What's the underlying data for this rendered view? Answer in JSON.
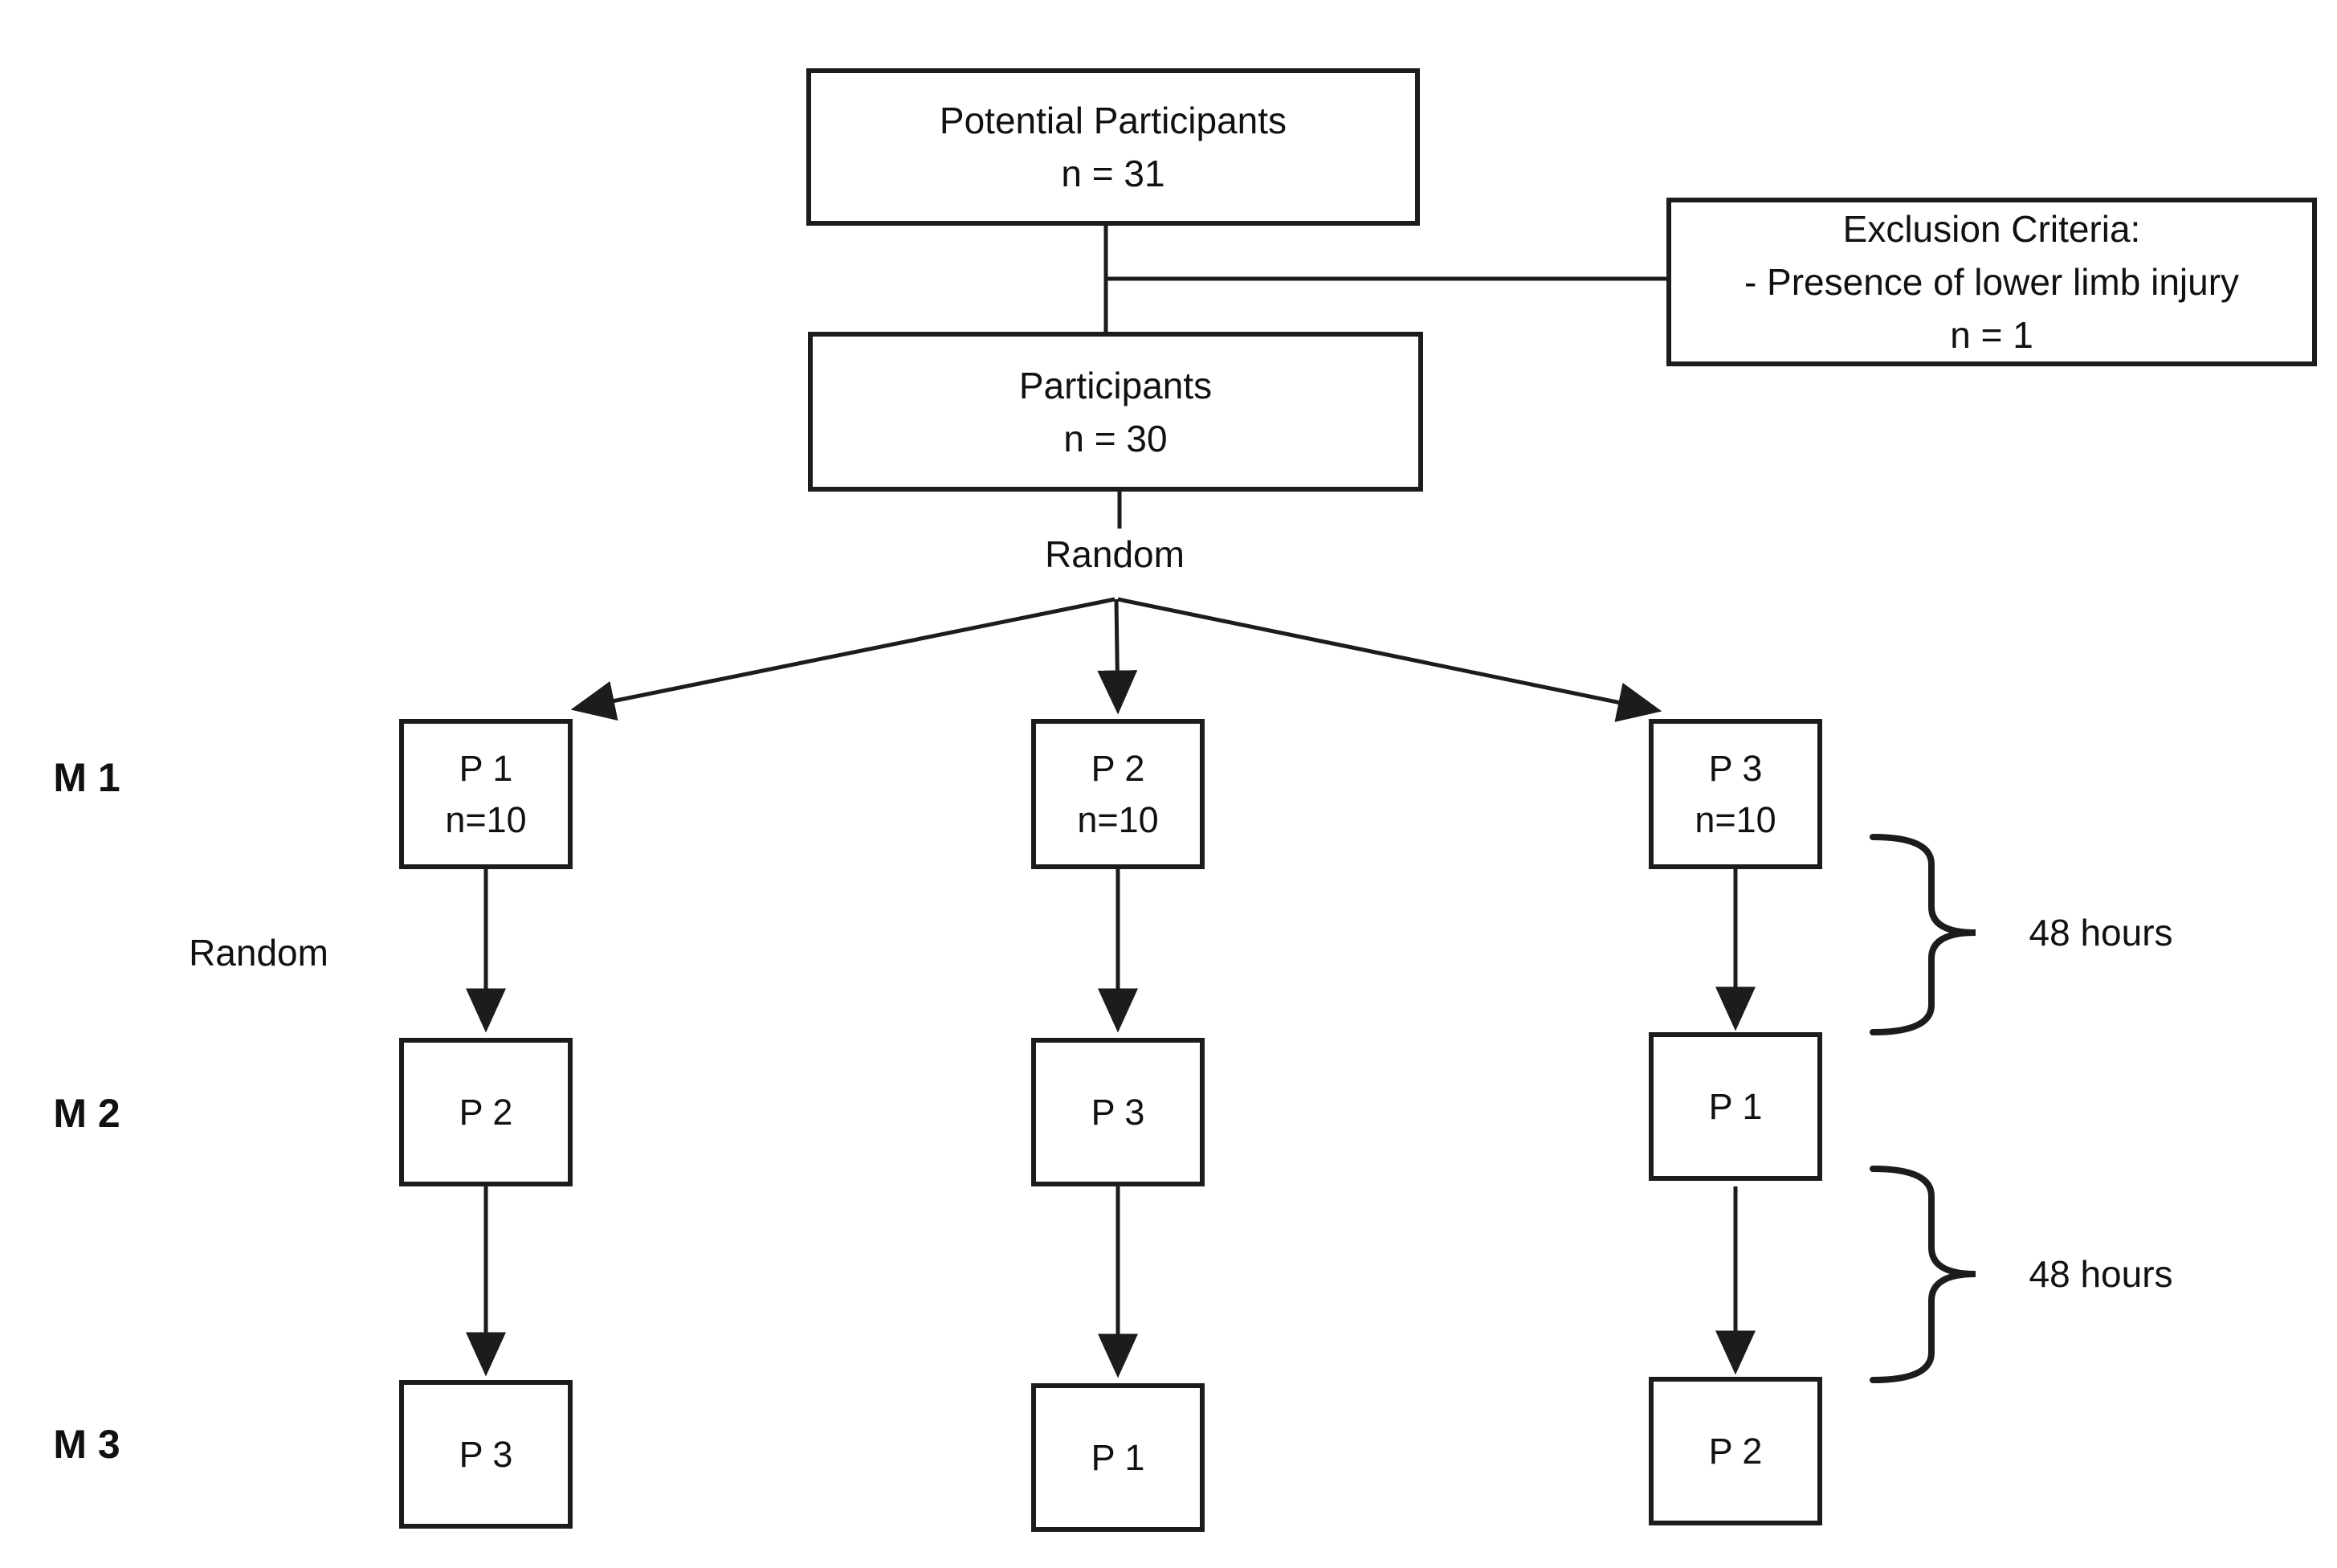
{
  "diagram": {
    "background_color": "#ffffff",
    "line_color": "#1c1c1c",
    "top_box": {
      "line1": "Potential Participants",
      "line2": "n = 31"
    },
    "exclusion_box": {
      "line1": "Exclusion Criteria:",
      "line2": "- Presence of lower limb injury",
      "line3": "n = 1"
    },
    "participants_box": {
      "line1": "Participants",
      "line2": "n = 30"
    },
    "random_top_label": "Random",
    "random_left_label": "Random",
    "row_labels": [
      {
        "label": "M 1"
      },
      {
        "label": "M 2"
      },
      {
        "label": "M 3"
      }
    ],
    "rows": {
      "m1": [
        {
          "line1": "P 1",
          "line2": "n=10"
        },
        {
          "line1": "P 2",
          "line2": "n=10"
        },
        {
          "line1": "P 3",
          "line2": "n=10"
        }
      ],
      "m2": [
        {
          "line1": "P 2"
        },
        {
          "line1": "P 3"
        },
        {
          "line1": "P 1"
        }
      ],
      "m3": [
        {
          "line1": "P 3"
        },
        {
          "line1": "P 1"
        },
        {
          "line1": "P 2"
        }
      ]
    },
    "braces": [
      {
        "label": "48 hours"
      },
      {
        "label": "48 hours"
      }
    ]
  }
}
